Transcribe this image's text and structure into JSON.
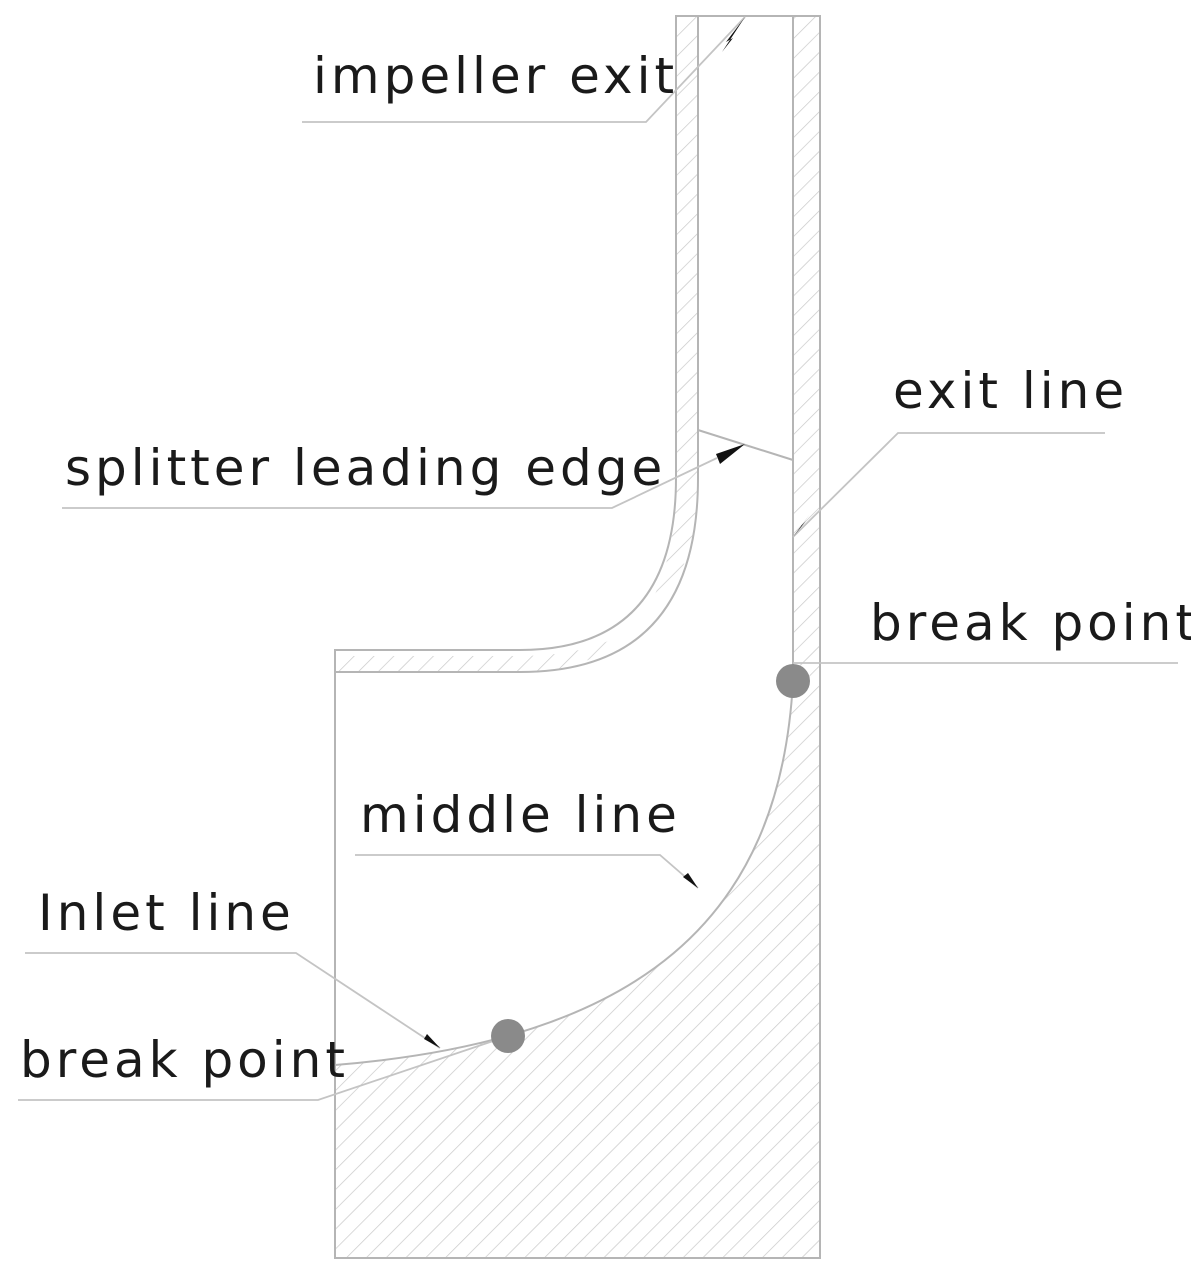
{
  "labels": {
    "impeller_exit": "impeller exit",
    "splitter_leading_edge": "splitter leading edge",
    "exit_line": "exit line",
    "break_point_upper": "break point",
    "middle_line": "middle line",
    "inlet_line": "Inlet line",
    "break_point_lower": "break point"
  },
  "colors": {
    "outline": "#b5b5b5",
    "hatch": "#c8c8c8",
    "break_point": "#8a8a8a",
    "text": "#1a1a1a"
  }
}
